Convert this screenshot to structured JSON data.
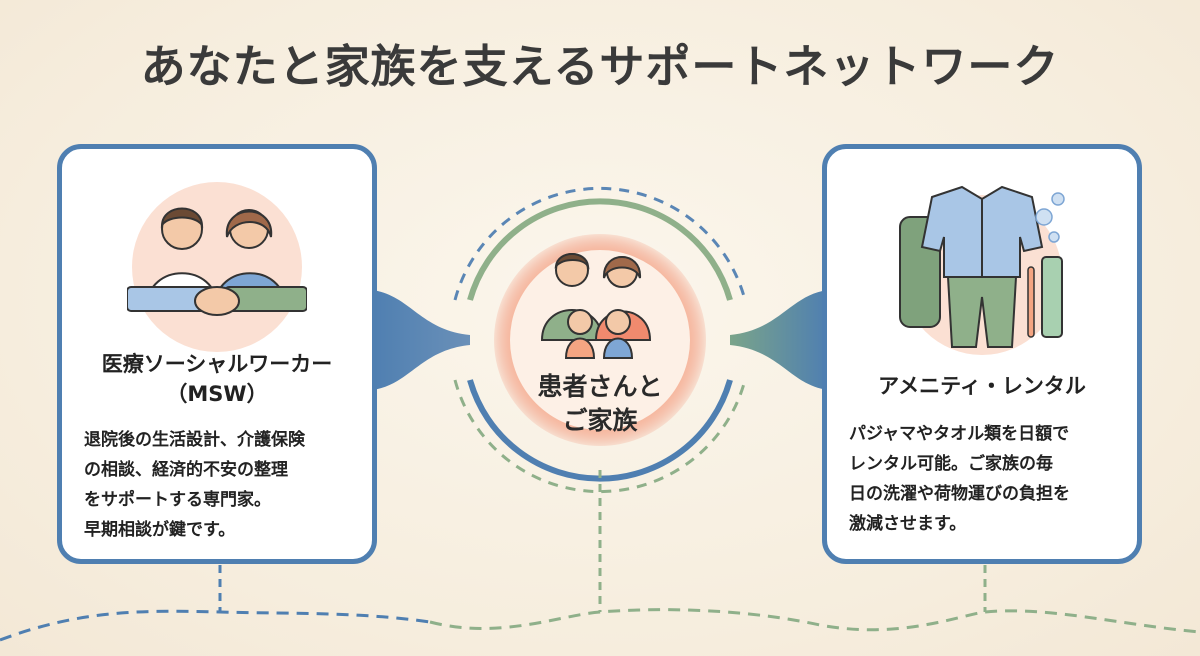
{
  "title": "あなたと家族を支えるサポートネットワーク",
  "left_card": {
    "title_line1": "医療ソーシャルワーカー",
    "title_line2": "（MSW）",
    "body": [
      "退院後の生活設計、介護保険",
      "の相談、経済的不安の整理",
      "をサポートする専門家。",
      "早期相談が鍵です。"
    ],
    "illustration": "handshake-icon"
  },
  "center": {
    "label_line1": "患者さんと",
    "label_line2": "ご家族",
    "illustration": "family-icon"
  },
  "right_card": {
    "title": "アメニティ・レンタル",
    "body": [
      "パジャマやタオル類を日額で",
      "レンタル可能。ご家族の毎",
      "日の洗濯や荷物運びの負担を",
      "激減させます。"
    ],
    "illustration": "pajamas-toiletries-icon"
  },
  "colors": {
    "background": "#f7efe2",
    "blue": "#4f7fb1",
    "green": "#8fb08a",
    "coral": "#f08a6e"
  }
}
